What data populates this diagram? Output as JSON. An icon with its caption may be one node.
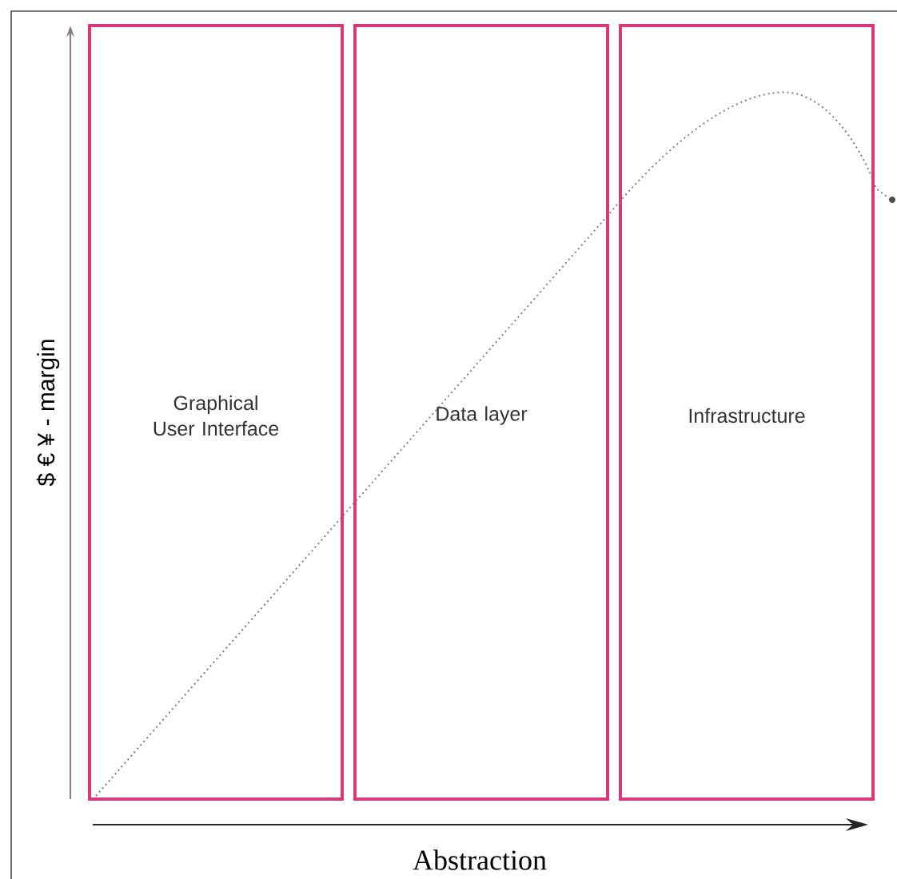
{
  "diagram": {
    "nodes": [
      {
        "text": [
          "Graphical User Interface"
        ]
      },
      {
        "text": [
          "Data layer"
        ]
      },
      {
        "text": [
          "Infrastructure"
        ]
      }
    ],
    "labels": [
      "$ € ¥ - margin",
      "Abstraction"
    ]
  }
}
